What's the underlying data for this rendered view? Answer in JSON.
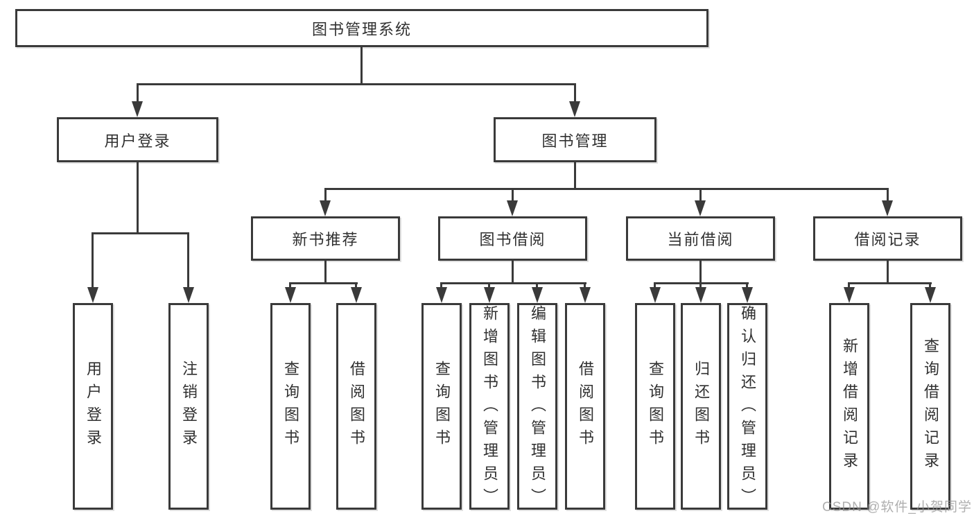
{
  "tree": {
    "label": "图书管理系统",
    "children": [
      {
        "label": "用户登录",
        "children": [
          {
            "label": "用户登录"
          },
          {
            "label": "注销登录"
          }
        ]
      },
      {
        "label": "图书管理",
        "children": [
          {
            "label": "新书推荐",
            "children": [
              {
                "label": "查询图书"
              },
              {
                "label": "借阅图书"
              }
            ]
          },
          {
            "label": "图书借阅",
            "children": [
              {
                "label": "查询图书"
              },
              {
                "label": "新增图书（管理员）"
              },
              {
                "label": "编辑图书（管理员）"
              },
              {
                "label": "借阅图书"
              }
            ]
          },
          {
            "label": "当前借阅",
            "children": [
              {
                "label": "查询图书"
              },
              {
                "label": "归还图书"
              },
              {
                "label": "确认归还（管理员）"
              }
            ]
          },
          {
            "label": "借阅记录",
            "children": [
              {
                "label": "新增借阅记录"
              },
              {
                "label": "查询借阅记录"
              }
            ]
          }
        ]
      }
    ]
  },
  "watermark": {
    "text": "CSDN @软件_小贺同学"
  },
  "colors": {
    "line": "#3a3a3a",
    "box_border": "#3a3a3a",
    "text": "#303030",
    "background": "#ffffff",
    "watermark": "#949494"
  }
}
